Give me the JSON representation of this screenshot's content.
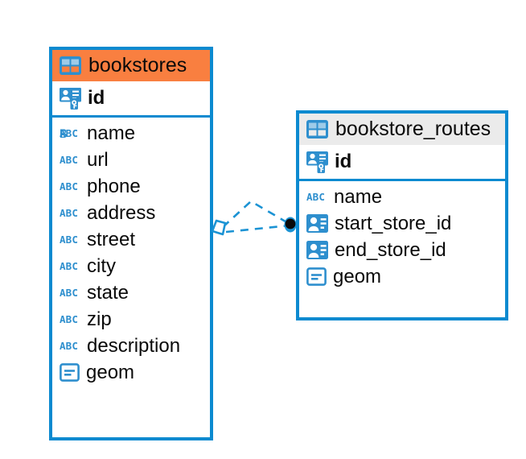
{
  "diagram": {
    "type": "entity-relationship-diagram",
    "background": "#ffffff",
    "accent_color": "#0c8ad0",
    "highlight_color": "#f97f40",
    "neutral_header_color": "#ebebeb"
  },
  "entities": [
    {
      "name": "bookstores",
      "header_icon": "table-icon",
      "header_style": "orange",
      "primary_key": {
        "label": "id",
        "icon": "primary-key-icon",
        "type": "key"
      },
      "fields": [
        {
          "label": "name",
          "icon": "text-type-icon",
          "type": "abc"
        },
        {
          "label": "url",
          "icon": "text-type-icon",
          "type": "abc"
        },
        {
          "label": "phone",
          "icon": "text-type-icon",
          "type": "abc"
        },
        {
          "label": "address",
          "icon": "text-type-icon",
          "type": "abc"
        },
        {
          "label": "street",
          "icon": "text-type-icon",
          "type": "abc"
        },
        {
          "label": "city",
          "icon": "text-type-icon",
          "type": "abc"
        },
        {
          "label": "state",
          "icon": "text-type-icon",
          "type": "abc"
        },
        {
          "label": "zip",
          "icon": "text-type-icon",
          "type": "abc"
        },
        {
          "label": "description",
          "icon": "text-type-icon",
          "type": "abc"
        },
        {
          "label": "geom",
          "icon": "geometry-type-icon",
          "type": "geom"
        }
      ]
    },
    {
      "name": "bookstore_routes",
      "header_icon": "table-icon",
      "header_style": "gray",
      "primary_key": {
        "label": "id",
        "icon": "primary-key-icon",
        "type": "key"
      },
      "fields": [
        {
          "label": "name",
          "icon": "text-type-icon",
          "type": "abc"
        },
        {
          "label": "start_store_id",
          "icon": "foreign-key-icon",
          "type": "fk"
        },
        {
          "label": "end_store_id",
          "icon": "foreign-key-icon",
          "type": "fk"
        },
        {
          "label": "geom",
          "icon": "geometry-type-icon",
          "type": "geom"
        }
      ]
    }
  ],
  "relationship": {
    "from": "bookstores",
    "to": "bookstore_routes",
    "line_style": "dashed",
    "line_color": "#1b93d4",
    "source_endpoint": "rhombus",
    "target_endpoint": "filled-circle",
    "target_endpoint_color": "#000000"
  }
}
